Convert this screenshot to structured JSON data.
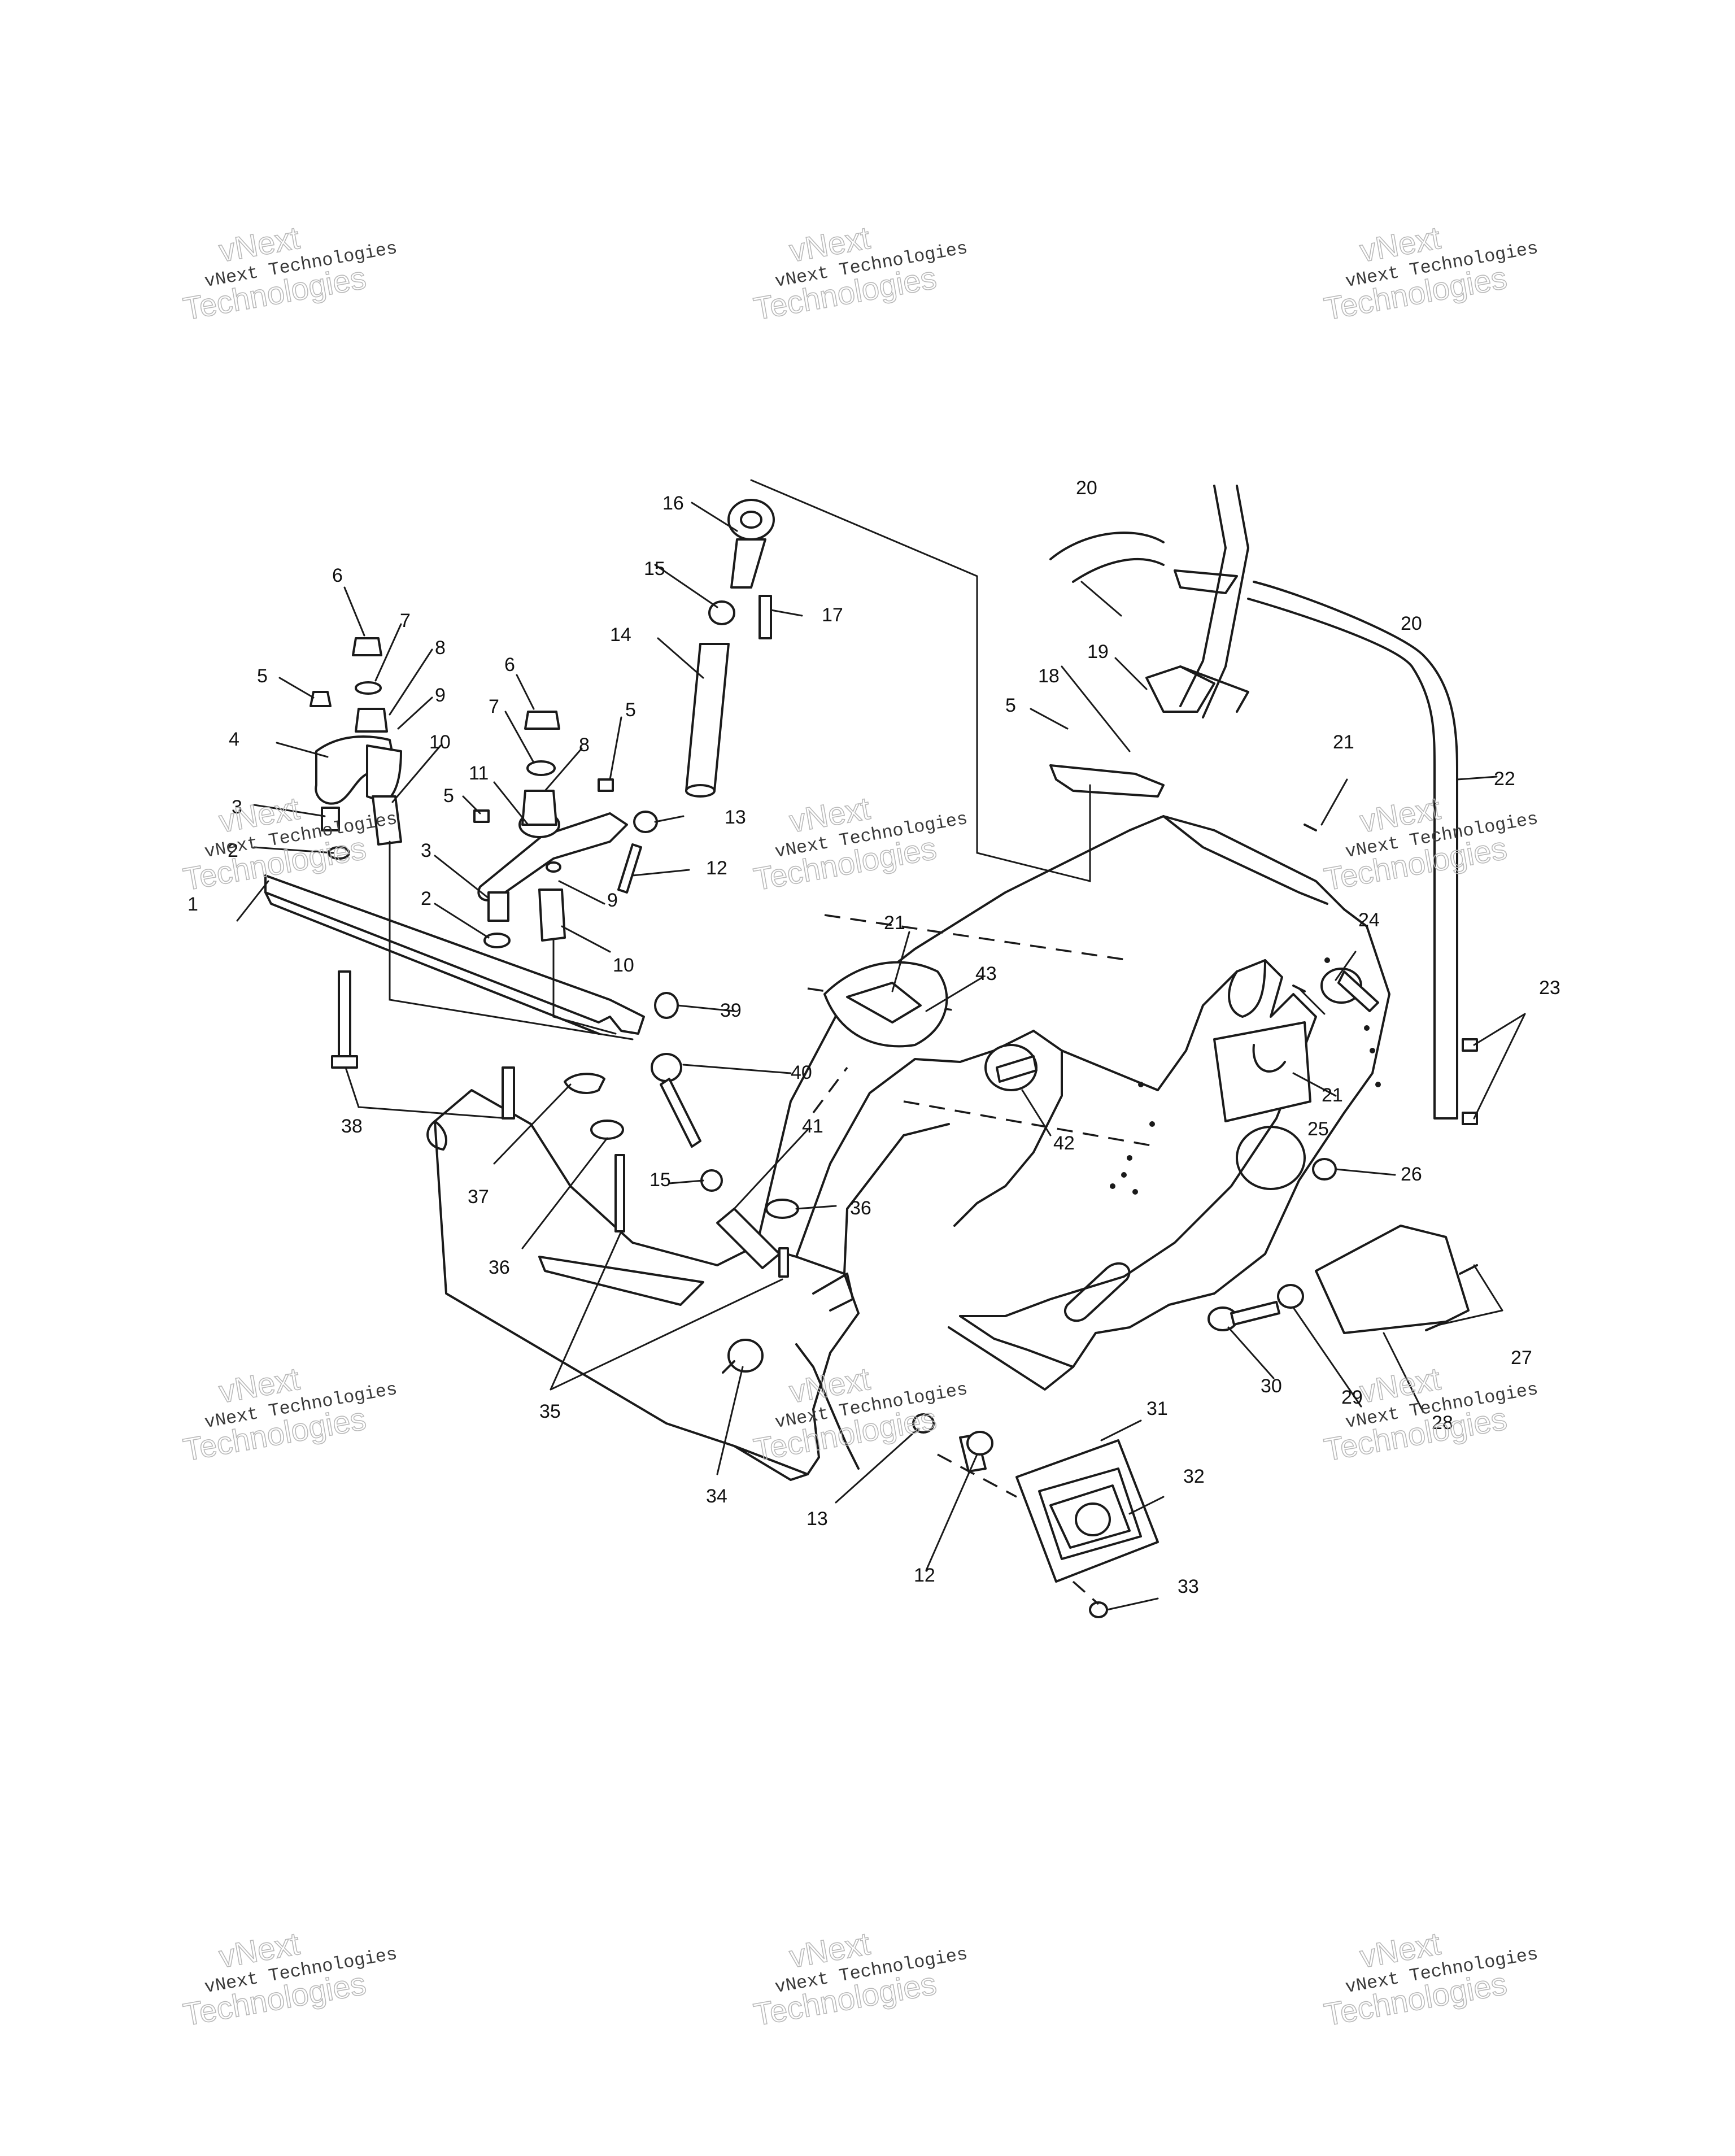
{
  "watermark": {
    "brand": "vNext",
    "small": "vNext Technologies",
    "large": "Technologies"
  },
  "callouts": {
    "c1": "1",
    "c2a": "2",
    "c2b": "2",
    "c3a": "3",
    "c3b": "3",
    "c4": "4",
    "c5a": "5",
    "c5b": "5",
    "c5c": "5",
    "c5d": "5",
    "c6a": "6",
    "c6b": "6",
    "c7a": "7",
    "c7b": "7",
    "c8a": "8",
    "c8b": "8",
    "c9a": "9",
    "c9b": "9",
    "c10a": "10",
    "c10b": "10",
    "c11": "11",
    "c12a": "12",
    "c12b": "12",
    "c13a": "13",
    "c13b": "13",
    "c14": "14",
    "c15a": "15",
    "c15b": "15",
    "c16": "16",
    "c17": "17",
    "c18": "18",
    "c19": "19",
    "c20a": "20",
    "c20b": "20",
    "c21a": "21",
    "c21b": "21",
    "c21c": "21",
    "c22": "22",
    "c23": "23",
    "c24": "24",
    "c25": "25",
    "c26": "26",
    "c27": "27",
    "c28": "28",
    "c29": "29",
    "c30": "30",
    "c31": "31",
    "c32": "32",
    "c33": "33",
    "c34": "34",
    "c35": "35",
    "c36a": "36",
    "c36b": "36",
    "c37": "37",
    "c38": "38",
    "c39": "39",
    "c40": "40",
    "c41": "41",
    "c42": "42",
    "c43": "43"
  }
}
